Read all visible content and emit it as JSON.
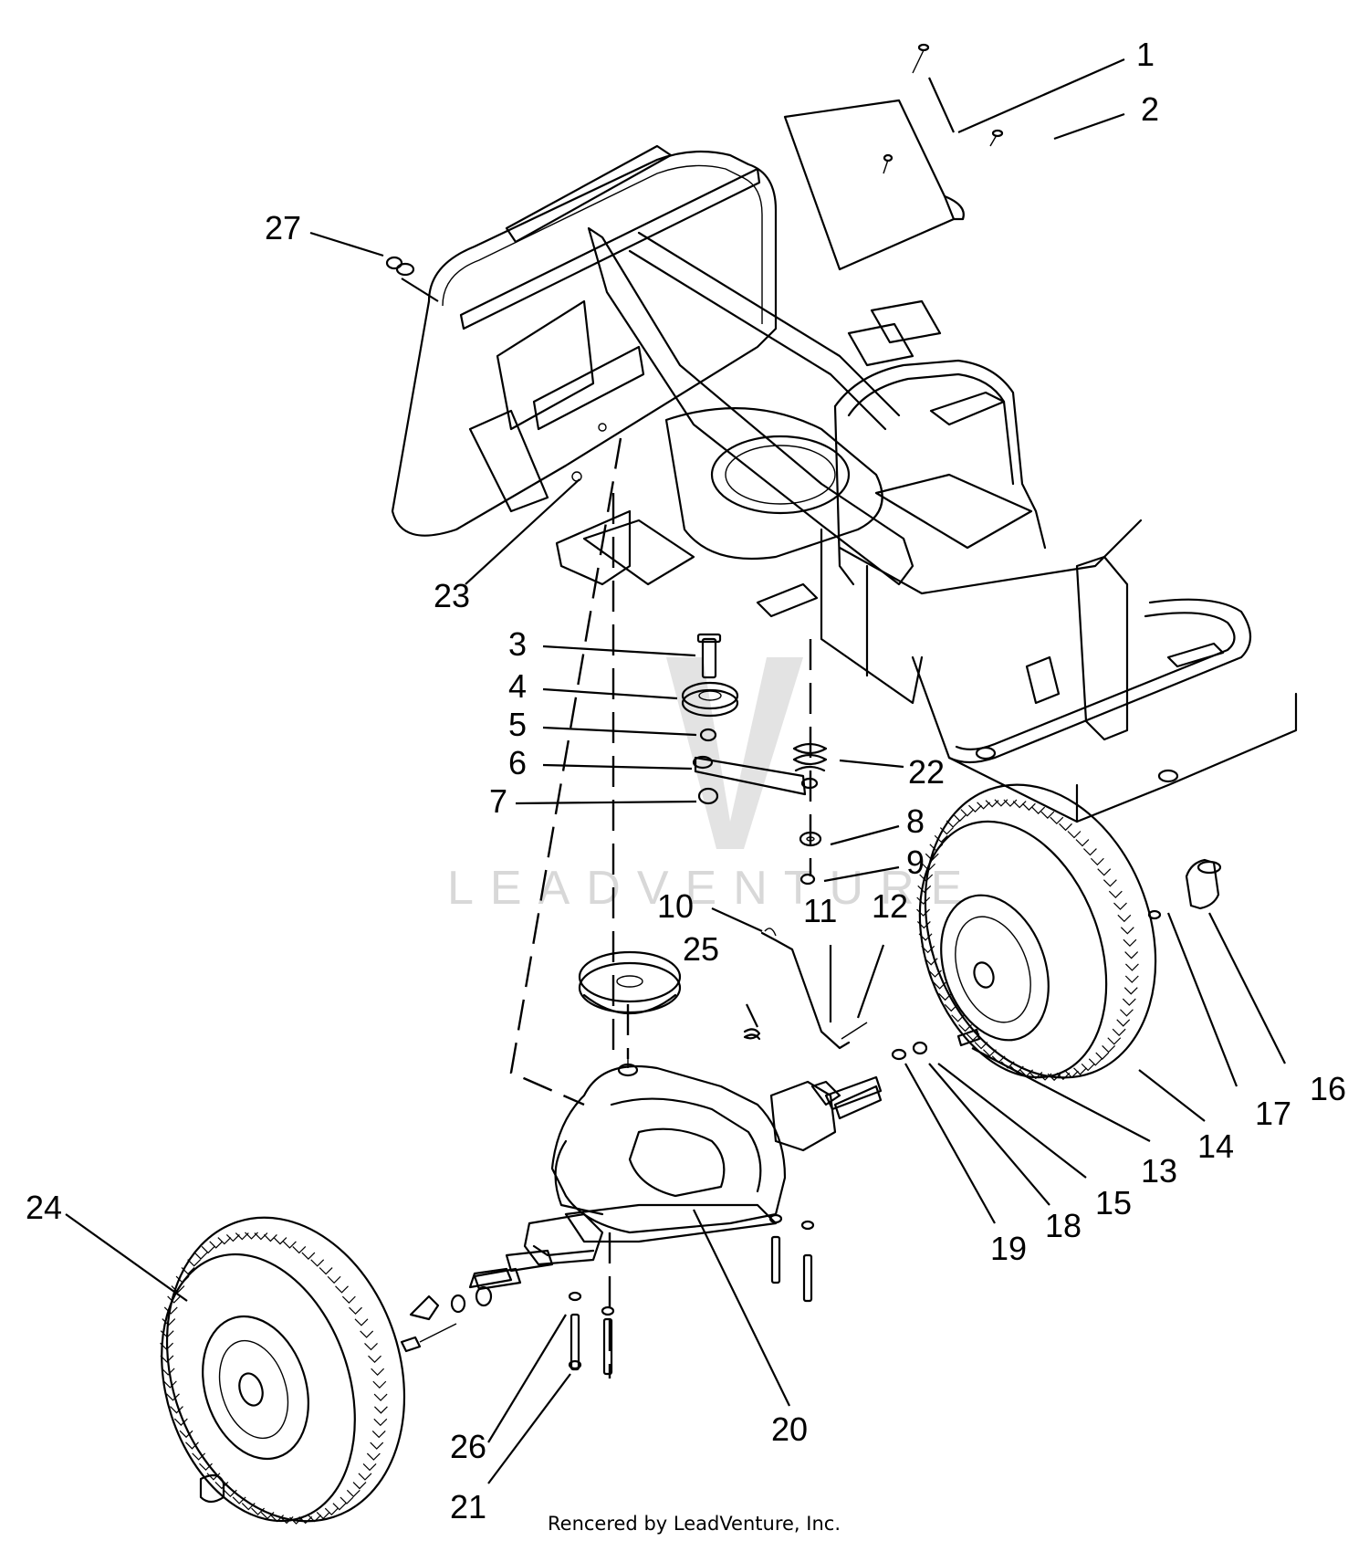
{
  "watermark": "LEADVENTURE",
  "credit": "Rencered by LeadVenture, Inc.",
  "callouts": [
    {
      "id": "1",
      "label": "1"
    },
    {
      "id": "2",
      "label": "2"
    },
    {
      "id": "3",
      "label": "3"
    },
    {
      "id": "4",
      "label": "4"
    },
    {
      "id": "5",
      "label": "5"
    },
    {
      "id": "6",
      "label": "6"
    },
    {
      "id": "7",
      "label": "7"
    },
    {
      "id": "8",
      "label": "8"
    },
    {
      "id": "9",
      "label": "9"
    },
    {
      "id": "10",
      "label": "10"
    },
    {
      "id": "11",
      "label": "11"
    },
    {
      "id": "12",
      "label": "12"
    },
    {
      "id": "13",
      "label": "13"
    },
    {
      "id": "14",
      "label": "14"
    },
    {
      "id": "15",
      "label": "15"
    },
    {
      "id": "16",
      "label": "16"
    },
    {
      "id": "17",
      "label": "17"
    },
    {
      "id": "18",
      "label": "18"
    },
    {
      "id": "19",
      "label": "19"
    },
    {
      "id": "20",
      "label": "20"
    },
    {
      "id": "21",
      "label": "21"
    },
    {
      "id": "22",
      "label": "22"
    },
    {
      "id": "23",
      "label": "23"
    },
    {
      "id": "24",
      "label": "24"
    },
    {
      "id": "25",
      "label": "25"
    },
    {
      "id": "26",
      "label": "26"
    },
    {
      "id": "27",
      "label": "27"
    }
  ]
}
